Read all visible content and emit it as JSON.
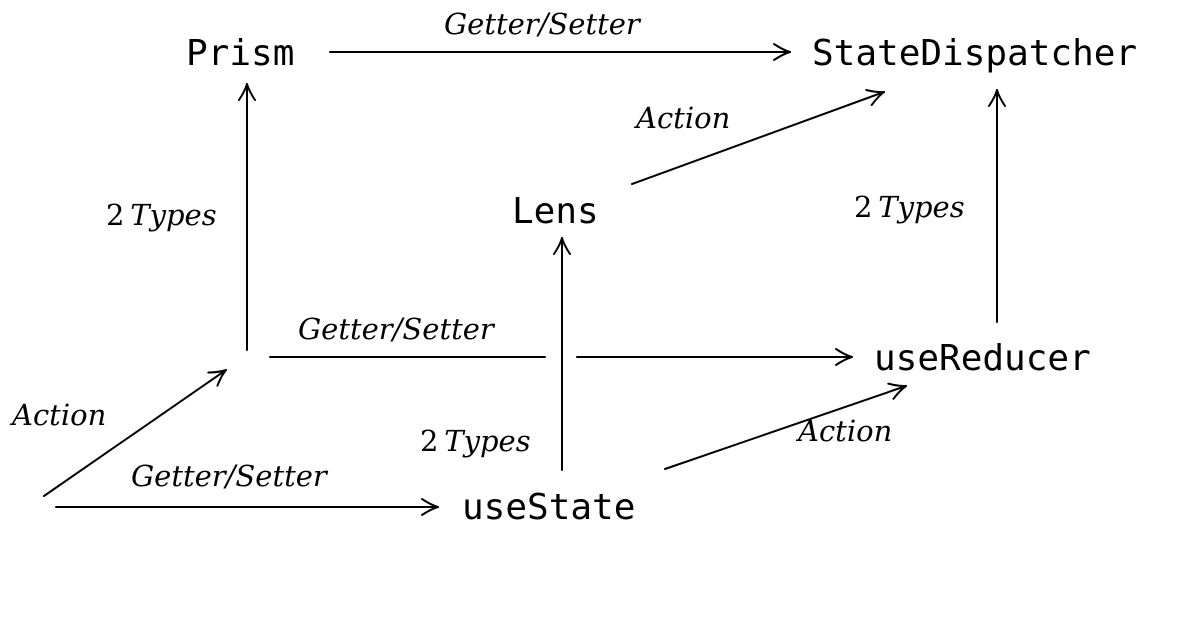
{
  "nodes": {
    "prism": "Prism",
    "state_dispatcher": "StateDispatcher",
    "lens": "Lens",
    "use_reducer": "useReducer",
    "use_state": "useState"
  },
  "edge_labels": {
    "prism_to_dispatcher": "Getter/Setter",
    "lens_to_dispatcher": "Action",
    "left_up_to_prism": {
      "num": "2",
      "text": "Types"
    },
    "reducer_up_to_dispatcher": {
      "num": "2",
      "text": "Types"
    },
    "middle_to_reducer": "Getter/Setter",
    "origin_to_middle": "Action",
    "origin_to_usestate": "Getter/Setter",
    "usestate_up_to_lens": {
      "num": "2",
      "text": "Types"
    },
    "usestate_to_reducer": "Action"
  }
}
